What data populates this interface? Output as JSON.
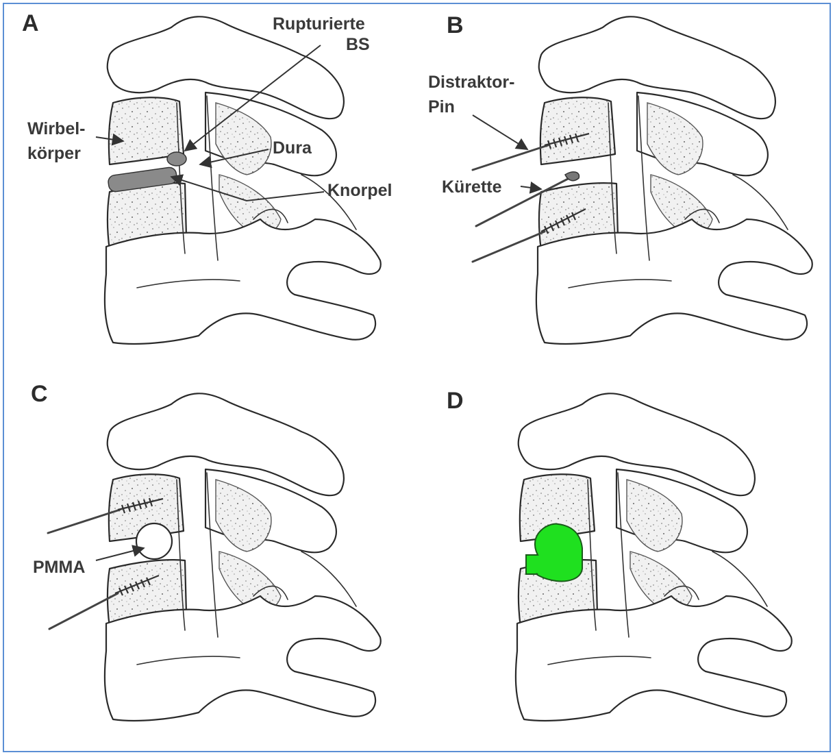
{
  "panels": [
    {
      "letter": "A"
    },
    {
      "letter": "B"
    },
    {
      "letter": "C"
    },
    {
      "letter": "D"
    }
  ],
  "labels": {
    "a_ruptured_line1": "Rupturierte",
    "a_ruptured_line2": "BS",
    "a_wirbel_line1": "Wirbel-",
    "a_wirbel_line2": "körper",
    "a_dura": "Dura",
    "a_knorpel": "Knorpel",
    "b_distraktor_line1": "Distraktor-",
    "b_distraktor_line2": "Pin",
    "b_kurette": "Kürette",
    "c_pmma": "PMMA"
  },
  "colors": {
    "frame_border": "#5b8fd4",
    "cement_green": "#1fe01f",
    "text": "#3a3a3a"
  }
}
